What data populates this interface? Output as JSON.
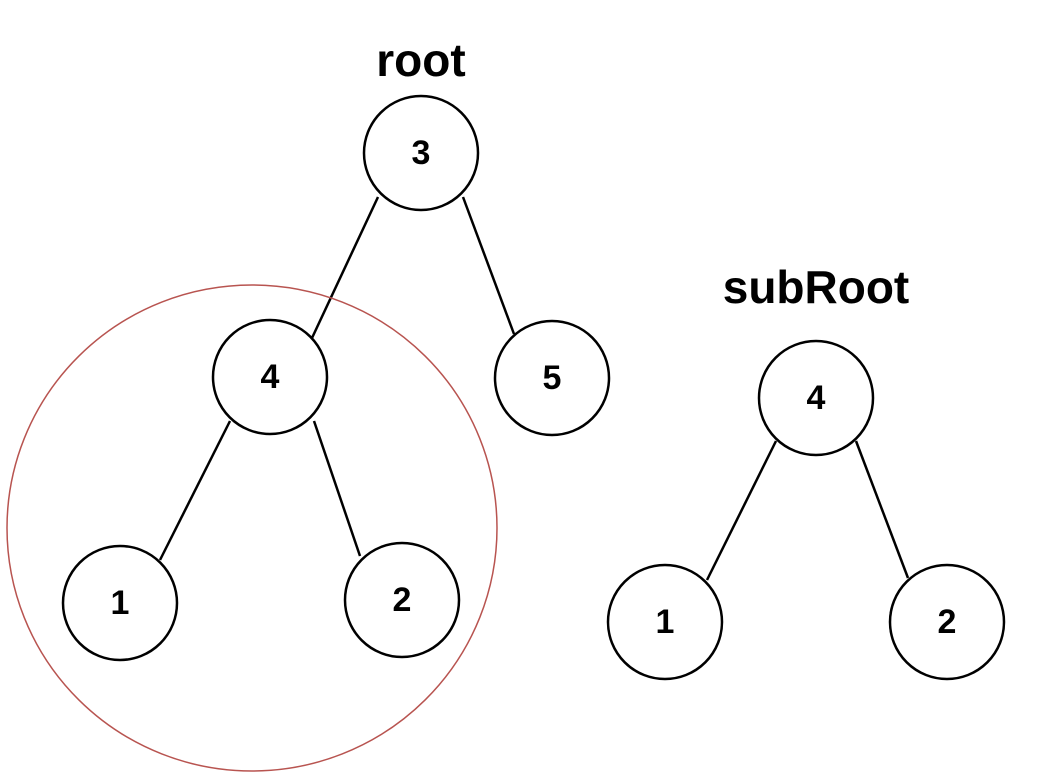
{
  "root_tree": {
    "title": "root",
    "nodes": {
      "n3": "3",
      "n4": "4",
      "n5": "5",
      "n1": "1",
      "n2": "2"
    }
  },
  "subroot_tree": {
    "title": "subRoot",
    "nodes": {
      "n4": "4",
      "n1": "1",
      "n2": "2"
    }
  },
  "colors": {
    "node_stroke": "#000000",
    "edge": "#000000",
    "highlight_circle": "#b85450"
  }
}
